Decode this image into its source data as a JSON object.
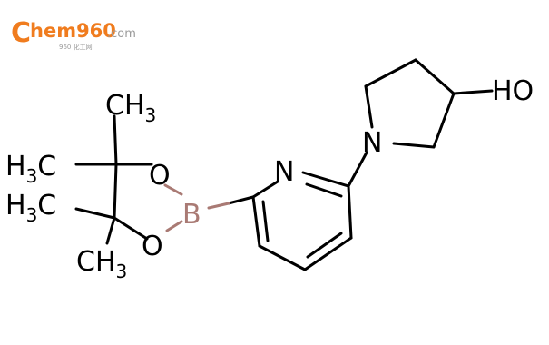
{
  "logo": {
    "brand_c": "C",
    "brand_rest": "hem960",
    "brand_suffix": ".com",
    "subtitle": "960 化工网",
    "color_orange": "#f07c1e",
    "color_gray": "#9a9a9a"
  },
  "molecule": {
    "bond_color": "#000000",
    "boron_color": "#a97a74",
    "labels": {
      "oh": "HO",
      "n_pyrrolidine": "N",
      "n_pyridine": "N",
      "boron": "B",
      "o_top": "O",
      "o_bottom": "O",
      "ch3_top": "CH3",
      "ch3_left_upper": "H3C",
      "ch3_left_lower": "H3C",
      "ch3_bottom": "CH3"
    }
  }
}
